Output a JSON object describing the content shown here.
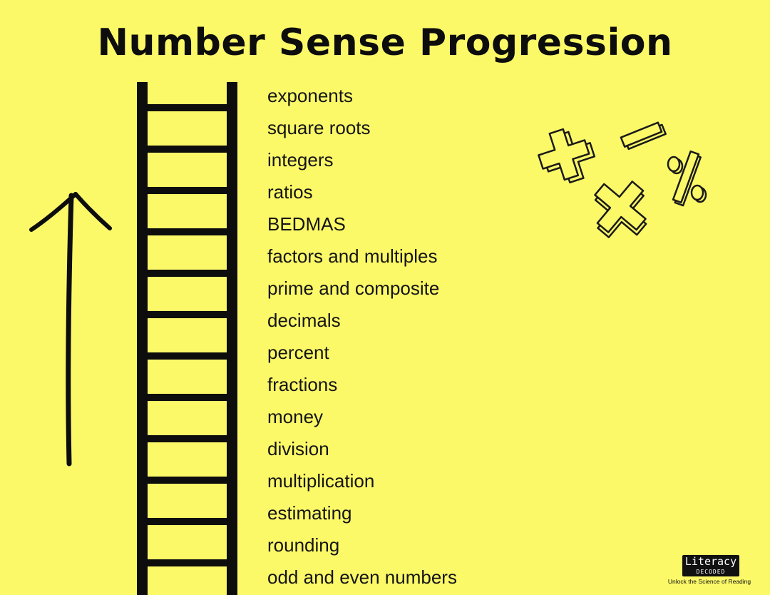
{
  "title": "Number Sense Progression",
  "topics": [
    "exponents",
    "square roots",
    "integers",
    "ratios",
    "BEDMAS",
    "factors and multiples",
    "prime and composite",
    "decimals",
    "percent",
    "fractions",
    "money",
    "division",
    "multiplication",
    "estimating",
    "rounding",
    "odd and even numbers"
  ],
  "logo": {
    "word": "Literacy",
    "sub": "DECODED",
    "tagline": "Unlock the Science of Reading"
  },
  "icons": {
    "arrow": "up-arrow-icon",
    "ladder": "ladder-icon",
    "symbols": [
      "plus-icon",
      "minus-icon",
      "multiply-icon",
      "percent-icon"
    ]
  },
  "colors": {
    "background": "#fcf969",
    "ink": "#0d0d0d"
  }
}
